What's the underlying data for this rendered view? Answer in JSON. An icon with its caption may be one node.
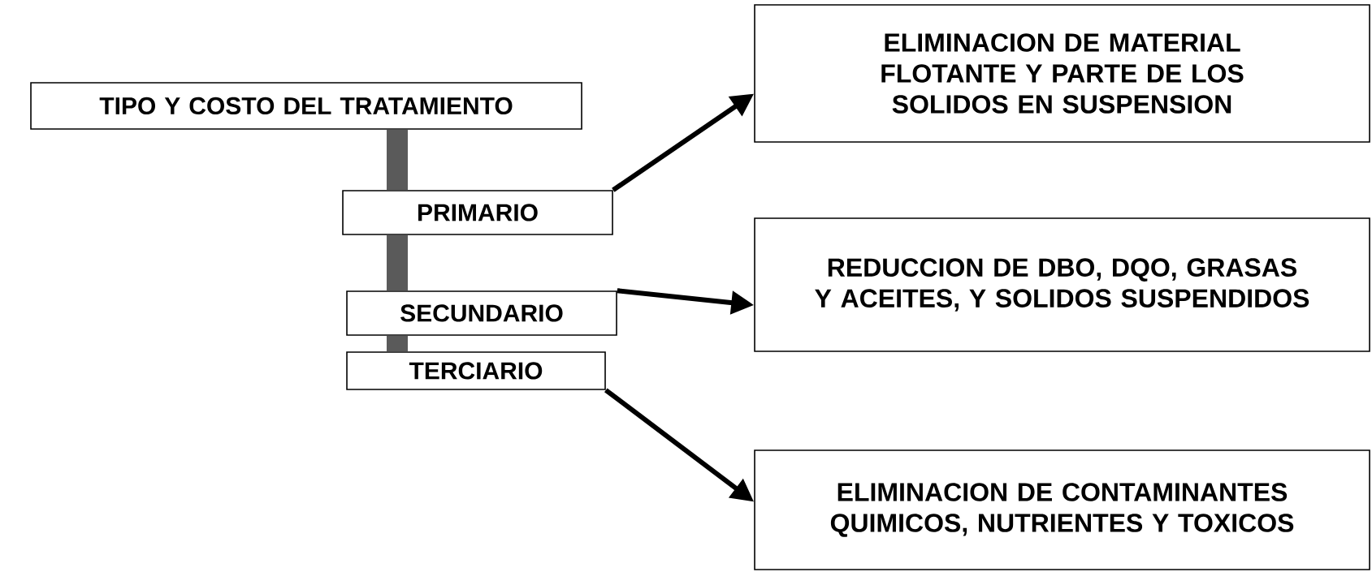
{
  "diagram": {
    "nodes": [
      {
        "text": [
          "TIPO Y COSTO DEL TRATAMIENTO"
        ]
      },
      {
        "text": [
          "PRIMARIO"
        ]
      },
      {
        "text": [
          "SECUNDARIO"
        ]
      },
      {
        "text": [
          "TERCIARIO"
        ]
      },
      {
        "text": [
          "ELIMINACION DE MATERIAL FLOTANTE Y PARTE DE LOS SOLIDOS EN SUSPENSION"
        ]
      },
      {
        "text": [
          "REDUCCION DE DBO, DQO, GRASAS Y ACEITES, Y SOLIDOS SUSPENDIDOS"
        ]
      },
      {
        "text": [
          "ELIMINACION DE CONTAMINANTES QUIMICOS, NUTRIENTES Y TOXICOS"
        ]
      }
    ],
    "edges": [
      {
        "from": 0,
        "to": 1,
        "arrow": "none",
        "style": "thick",
        "color": "#5a5a5a"
      },
      {
        "from": 1,
        "to": 2,
        "arrow": "none",
        "style": "thick",
        "color": "#5a5a5a"
      },
      {
        "from": 2,
        "to": 3,
        "arrow": "none",
        "style": "thick",
        "color": "#5a5a5a"
      },
      {
        "from": 1,
        "to": 4,
        "arrow": "to"
      },
      {
        "from": 2,
        "to": 5,
        "arrow": "to"
      },
      {
        "from": 3,
        "to": 6,
        "arrow": "to"
      }
    ]
  }
}
